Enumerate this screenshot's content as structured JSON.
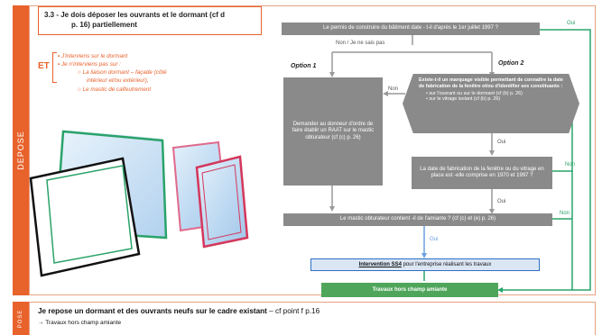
{
  "sidebar": {
    "depose_label": "DEPOSE",
    "pose_label": "POSE"
  },
  "header": {
    "title_line1": "3.3 - Je dois déposer les ouvrants et le dormant (cf d",
    "title_line2": "p. 16) partiellement"
  },
  "left": {
    "et_label": "ET",
    "bullet1": "J'interviens sur le dormant",
    "bullet2": "Je n'interviens pas sur :",
    "sub1_line1": "La  liaison  dormant  –  façade  (côté",
    "sub1_line2": "intérieur et/ou extérieur),",
    "sub2": "Le mastic de calfeutrement"
  },
  "flow": {
    "top_box": "Le permis de construire du bâtiment date - t-il d'après le 1er juillet 1997 ?",
    "oui_top": "Oui",
    "non_jsp": "Non / Je ne sais pas",
    "option1": "Option 1",
    "option2": "Option 2",
    "non_mid": "Non",
    "left_box": "Demander au donneur d'ordre de faire établir un RAAT sur le mastic obturateur (cf (c) p. 26)",
    "hex_l1": "Existe-t-il un marquage visible permettant de connaître la date de fabrication de la fenêtre et/ou d'identifier ses constituants :",
    "hex_b1": "sur l'ouvrant ou sur le dormant (cf (b) p. 26)",
    "hex_b2": "sur le vitrage isolant (cf (b) p. 26)",
    "oui_1": "Oui",
    "date_box": "La date de fabrication de la fenêtre ou du vitrage en place est -elle comprise en 1970 et 1997 ?",
    "non_right1": "Non",
    "oui_2": "Oui",
    "mastic_box": "Le mastic obturateur contient -il de l'amiante ? (cf (c) et (e) p. 26)",
    "non_right2": "Non",
    "oui_3": "Oui",
    "ss4_link": "Intervention SS4",
    "ss4_rest": " pour l'entreprise réalisant les travaux",
    "travaux_box": "Travaux hors champ amiante"
  },
  "bottom": {
    "title_bold": "Je repose un dormant et des ouvrants neufs sur le cadre existant",
    "title_rest": " – cf point f p.16",
    "sub": "→ Travaux hors champ amiante"
  },
  "colors": {
    "orange": "#e8622c",
    "green": "#2aa36a",
    "gray": "#8a8a8a",
    "blue": "#2f6fc4",
    "title_border": "#e8622c"
  }
}
